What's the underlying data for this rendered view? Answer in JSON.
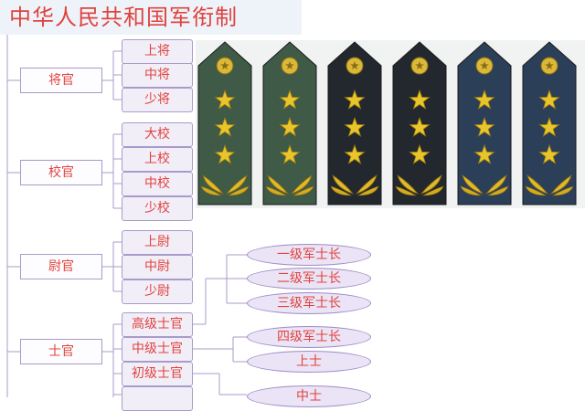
{
  "title": "中华人民共和国军衔制",
  "categories": [
    {
      "label": "将官",
      "ranks": [
        "上将",
        "中将",
        "少将"
      ]
    },
    {
      "label": "校官",
      "ranks": [
        "大校",
        "上校",
        "中校",
        "少校"
      ]
    },
    {
      "label": "尉官",
      "ranks": [
        "上尉",
        "中尉",
        "少尉"
      ]
    },
    {
      "label": "士官",
      "ranks": [
        "高级士官",
        "中级士官",
        "初级士官",
        ""
      ]
    }
  ],
  "sergeant_grades": [
    "一级军士长",
    "二级军士长",
    "三级军士长",
    "四级军士长",
    "上士",
    "中士"
  ],
  "shoulder_boards": [
    {
      "color": "#3f5a47",
      "stars": 3
    },
    {
      "color": "#3f5a47",
      "stars": 3
    },
    {
      "color": "#23282e",
      "stars": 3
    },
    {
      "color": "#23282e",
      "stars": 3
    },
    {
      "color": "#2c3f58",
      "stars": 3
    },
    {
      "color": "#2c3f58",
      "stars": 3
    }
  ],
  "colors": {
    "text": "#e0433e",
    "box_border": "#a99bc9",
    "connector": "#a99bc9",
    "title_bg": "#eef3fa"
  }
}
